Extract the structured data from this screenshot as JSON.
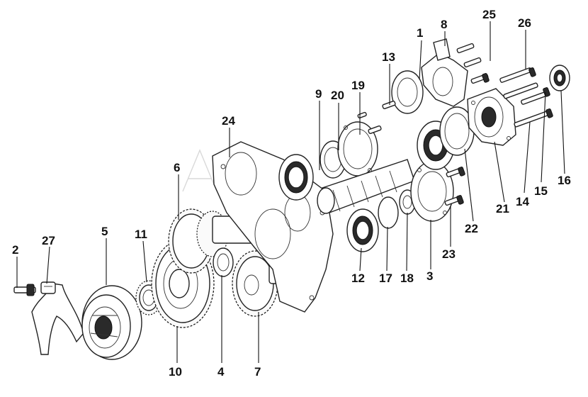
{
  "callouts": {
    "n1": "1",
    "n2": "2",
    "n3": "3",
    "n4": "4",
    "n5": "5",
    "n6": "6",
    "n7": "7",
    "n8": "8",
    "n9": "9",
    "n10": "10",
    "n11": "11",
    "n12": "12",
    "n13": "13",
    "n14": "14",
    "n15": "15",
    "n16": "16",
    "n17": "17",
    "n18": "18",
    "n19": "19",
    "n20": "20",
    "n21": "21",
    "n22": "22",
    "n23": "23",
    "n24": "24",
    "n25": "25",
    "n26": "26",
    "n27": "27"
  },
  "colors": {
    "line": "#111111",
    "fill": "#ffffff",
    "watermark": "#d9d9d9"
  }
}
